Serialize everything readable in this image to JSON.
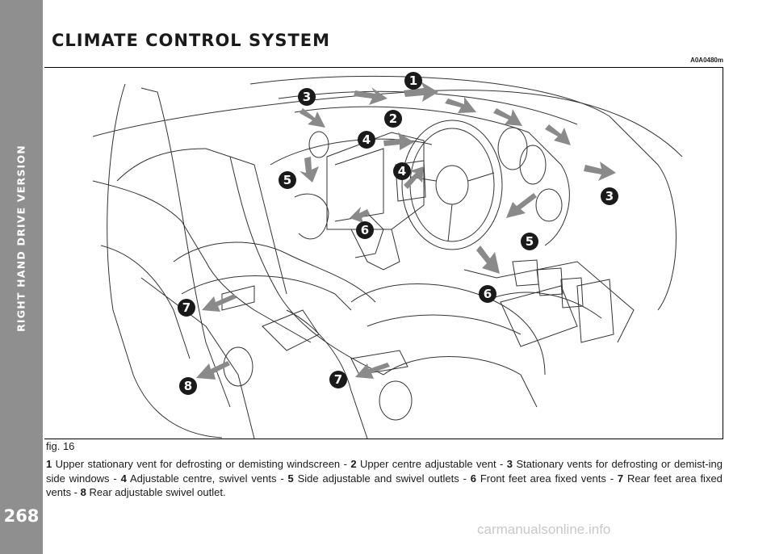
{
  "sidebar": {
    "section_title": "RIGHT HAND DRIVE VERSION",
    "page_number": "268"
  },
  "header": {
    "title": "CLIMATE CONTROL SYSTEM",
    "figure_code": "A0A0480m"
  },
  "figure": {
    "label": "fig. 16",
    "callouts": [
      {
        "number": "1",
        "name": "callout-1"
      },
      {
        "number": "2",
        "name": "callout-2"
      },
      {
        "number": "3",
        "name": "callout-3-left"
      },
      {
        "number": "3",
        "name": "callout-3-right"
      },
      {
        "number": "4",
        "name": "callout-4-left"
      },
      {
        "number": "4",
        "name": "callout-4-right"
      },
      {
        "number": "5",
        "name": "callout-5-left"
      },
      {
        "number": "5",
        "name": "callout-5-right"
      },
      {
        "number": "6",
        "name": "callout-6-centre"
      },
      {
        "number": "6",
        "name": "callout-6-right"
      },
      {
        "number": "7",
        "name": "callout-7-left"
      },
      {
        "number": "7",
        "name": "callout-7-right"
      },
      {
        "number": "8",
        "name": "callout-8"
      }
    ]
  },
  "caption": {
    "items": [
      {
        "num": "1",
        "text": "Upper stationary vent for defrosting or demisting windscreen -"
      },
      {
        "num": "2",
        "text": "Upper centre adjustable vent -"
      },
      {
        "num": "3",
        "text": "Stationary vents for defrosting or demist-ing side windows -"
      },
      {
        "num": "4",
        "text": "Adjustable centre, swivel vents -"
      },
      {
        "num": "5",
        "text": "Side adjustable and swivel outlets -"
      },
      {
        "num": "6",
        "text": "Front feet area fixed vents -"
      },
      {
        "num": "7",
        "text": "Rear feet area fixed vents -"
      },
      {
        "num": "8",
        "text": "Rear adjustable swivel outlet."
      }
    ]
  },
  "footer": {
    "watermark": "carmanualsonline.info"
  },
  "colors": {
    "sidebar": "#8f8f8f",
    "arrow": "#8a8a8a",
    "callout": "#1a1a1a"
  }
}
